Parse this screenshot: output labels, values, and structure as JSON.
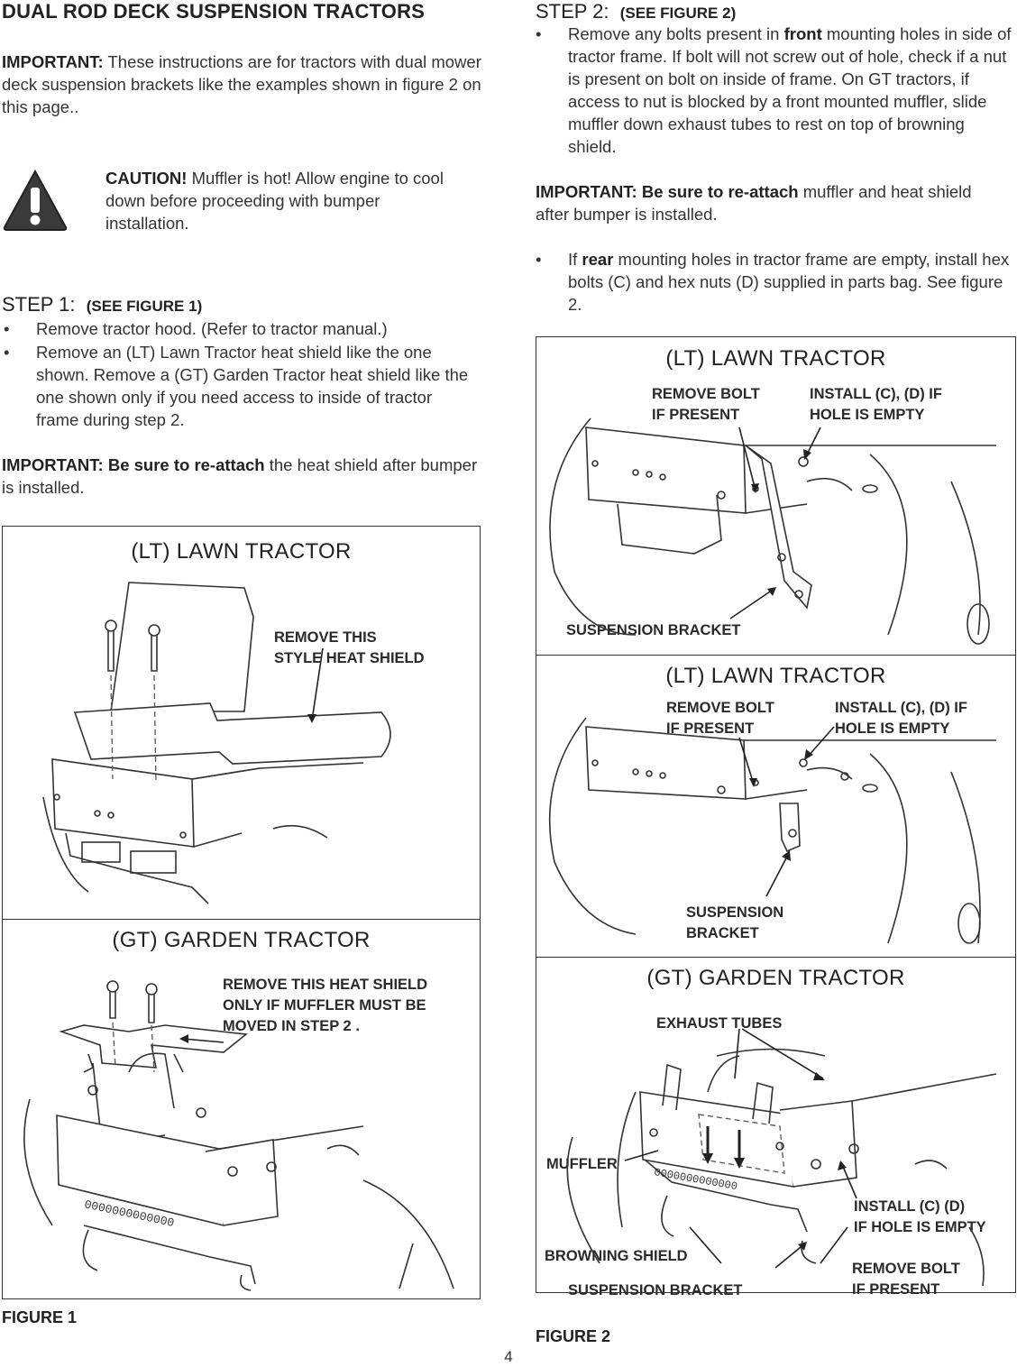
{
  "title": "DUAL ROD DECK SUSPENSION TRACTORS",
  "important1": {
    "label": "IMPORTANT:",
    "text": " These instructions are for tractors with dual mower deck suspension brackets like the examples shown in figure 2 on this page.."
  },
  "caution": {
    "label": "CAUTION!",
    "text": "  Muffler is hot! Allow engine to cool down before proceeding with bumper installation."
  },
  "step1": {
    "heading": "STEP 1:",
    "ref": "(SEE FIGURE 1)",
    "bullets": [
      "Remove tractor hood. (Refer to tractor manual.)",
      "Remove an (LT) Lawn Tractor heat shield like the one shown. Remove a (GT) Garden Tractor heat shield like the one shown only if you need access to inside of tractor frame during step 2."
    ],
    "important": {
      "label": "IMPORTANT: Be sure to re-attach",
      "text": " the heat shield after bumper is installed."
    }
  },
  "step2": {
    "heading": "STEP 2:",
    "ref": "(SEE FIGURE 2)",
    "bullet1": {
      "pre": "Remove any bolts present in ",
      "bold": "front",
      "post": " mounting holes in side of tractor frame. If bolt will not screw out of hole, check if a nut is present on bolt on inside of frame. On GT tractors, if access to nut is blocked by a front mounted muffler, slide muffler down exhaust tubes to rest on top of browning shield."
    },
    "important": {
      "label": "IMPORTANT:  Be sure to re-attach",
      "text": " muffler and heat shield after bumper is installed."
    },
    "bullet2": {
      "pre": "If ",
      "bold": "rear",
      "post": " mounting holes in tractor frame are empty, install hex bolts (C) and hex nuts (D) supplied in parts bag. See figure 2."
    }
  },
  "figure1": {
    "caption": "FIGURE 1",
    "lt": {
      "title": "(LT) LAWN TRACTOR",
      "callout_l1": "REMOVE THIS",
      "callout_l2": "STYLE HEAT SHIELD"
    },
    "gt": {
      "title": "(GT) GARDEN TRACTOR",
      "callout_l1": "REMOVE THIS HEAT SHIELD",
      "callout_l2": "ONLY IF MUFFLER MUST BE",
      "callout_l3": "MOVED IN STEP 2 ."
    }
  },
  "figure2": {
    "caption": "FIGURE 2",
    "lt1": {
      "title": "(LT) LAWN TRACTOR",
      "remove_l1": "REMOVE BOLT",
      "remove_l2": "IF PRESENT",
      "install_l1": "INSTALL (C), (D) IF",
      "install_l2": "HOLE IS EMPTY",
      "bracket": "SUSPENSION BRACKET"
    },
    "lt2": {
      "title": "(LT) LAWN TRACTOR",
      "remove_l1": "REMOVE BOLT",
      "remove_l2": "IF PRESENT",
      "install_l1": "INSTALL (C), (D) IF",
      "install_l2": "HOLE IS EMPTY",
      "bracket_l1": "SUSPENSION",
      "bracket_l2": "BRACKET"
    },
    "gt": {
      "title": "(GT) GARDEN TRACTOR",
      "exhaust": "EXHAUST TUBES",
      "muffler": "MUFFLER",
      "install_l1": "INSTALL (C) (D)",
      "install_l2": "IF HOLE IS EMPTY",
      "browning": "BROWNING SHIELD",
      "remove_l1": "REMOVE BOLT",
      "remove_l2": "IF PRESENT",
      "bracket": "SUSPENSION BRACKET"
    }
  },
  "page_number": "4"
}
